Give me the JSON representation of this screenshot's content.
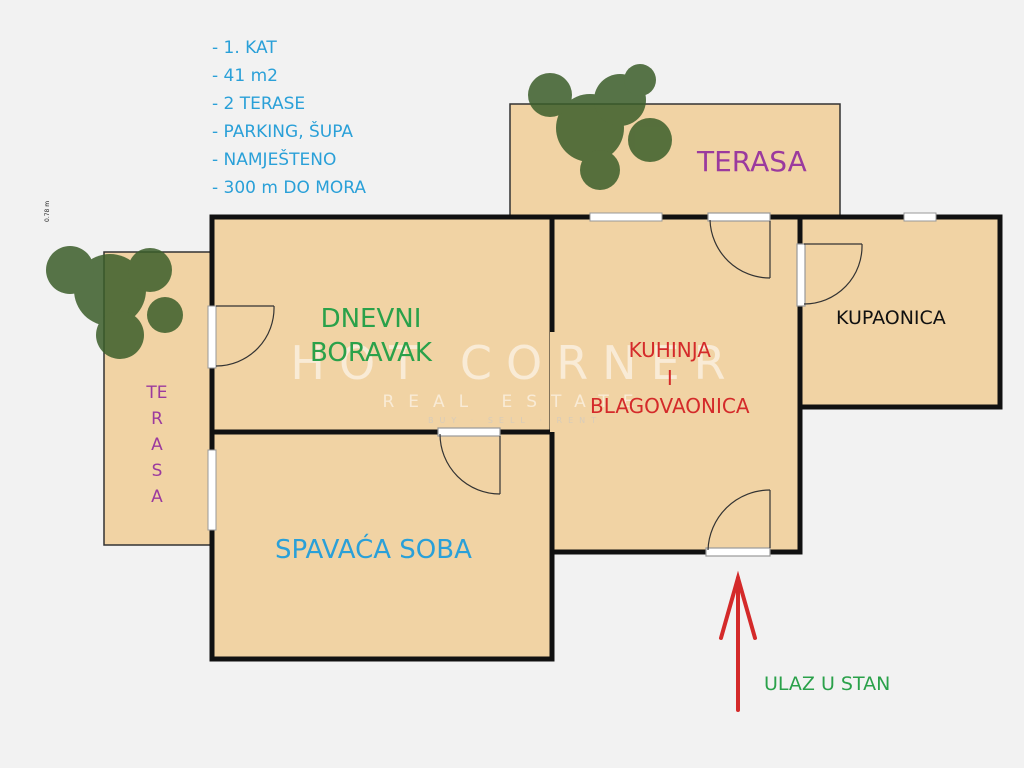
{
  "info": {
    "items": [
      "- 1. KAT",
      "- 41 m2",
      "- 2 TERASE",
      "- PARKING, ŠUPA",
      "- NAMJEŠTENO",
      "- 300 m DO MORA"
    ]
  },
  "rooms": {
    "terasa_top": "TERASA",
    "dnevni_line1": "DNEVNI",
    "dnevni_line2": "BORAVAK",
    "kuhinja_line1": "KUHINJA",
    "kuhinja_line2": "I",
    "kuhinja_line3": "BLAGOVAONICA",
    "kupaonica": "KUPAONICA",
    "spavaca": "SPAVAĆA SOBA",
    "terasa_side": "TERASA"
  },
  "entrance": {
    "label": "ULAZ U STAN"
  },
  "scale_note": "0.78 m",
  "watermark": {
    "main": "HOT CORNER",
    "sub": "REAL ESTATE",
    "tag": "BUY · SELL · RENT"
  },
  "colors": {
    "floor": "#f1d3a4",
    "wall": "#111111",
    "arrow": "#d42a2a",
    "blue_text": "#2aa0d8",
    "green_text": "#2aa14a",
    "purple_text": "#9b3a9e",
    "red_text": "#d42a2a"
  }
}
